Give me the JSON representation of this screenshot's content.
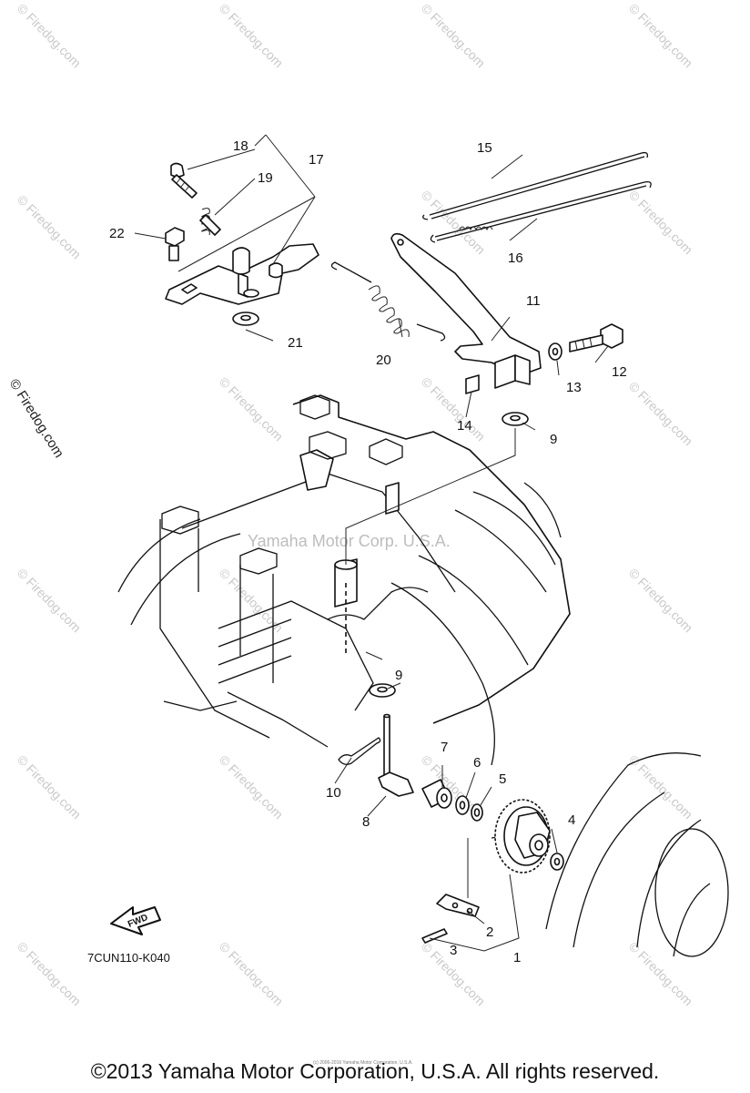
{
  "watermark": {
    "site_text": "© Firedog.com",
    "center_text": "Yamaha Motor Corp. U.S.A.",
    "fine_print": "(c) 2006-2016 Yamaha Motor Corporation, U.S.A."
  },
  "diagram": {
    "code": "7CUN110-K040",
    "fwd_label": "FWD",
    "callouts": [
      "1",
      "2",
      "3",
      "4",
      "5",
      "6",
      "7",
      "8",
      "9",
      "9",
      "10",
      "11",
      "12",
      "13",
      "14",
      "15",
      "16",
      "17",
      "18",
      "19",
      "20",
      "21",
      "22"
    ]
  },
  "footer": {
    "copyright": "©2013 Yamaha Motor Corporation, U.S.A. All rights reserved."
  }
}
